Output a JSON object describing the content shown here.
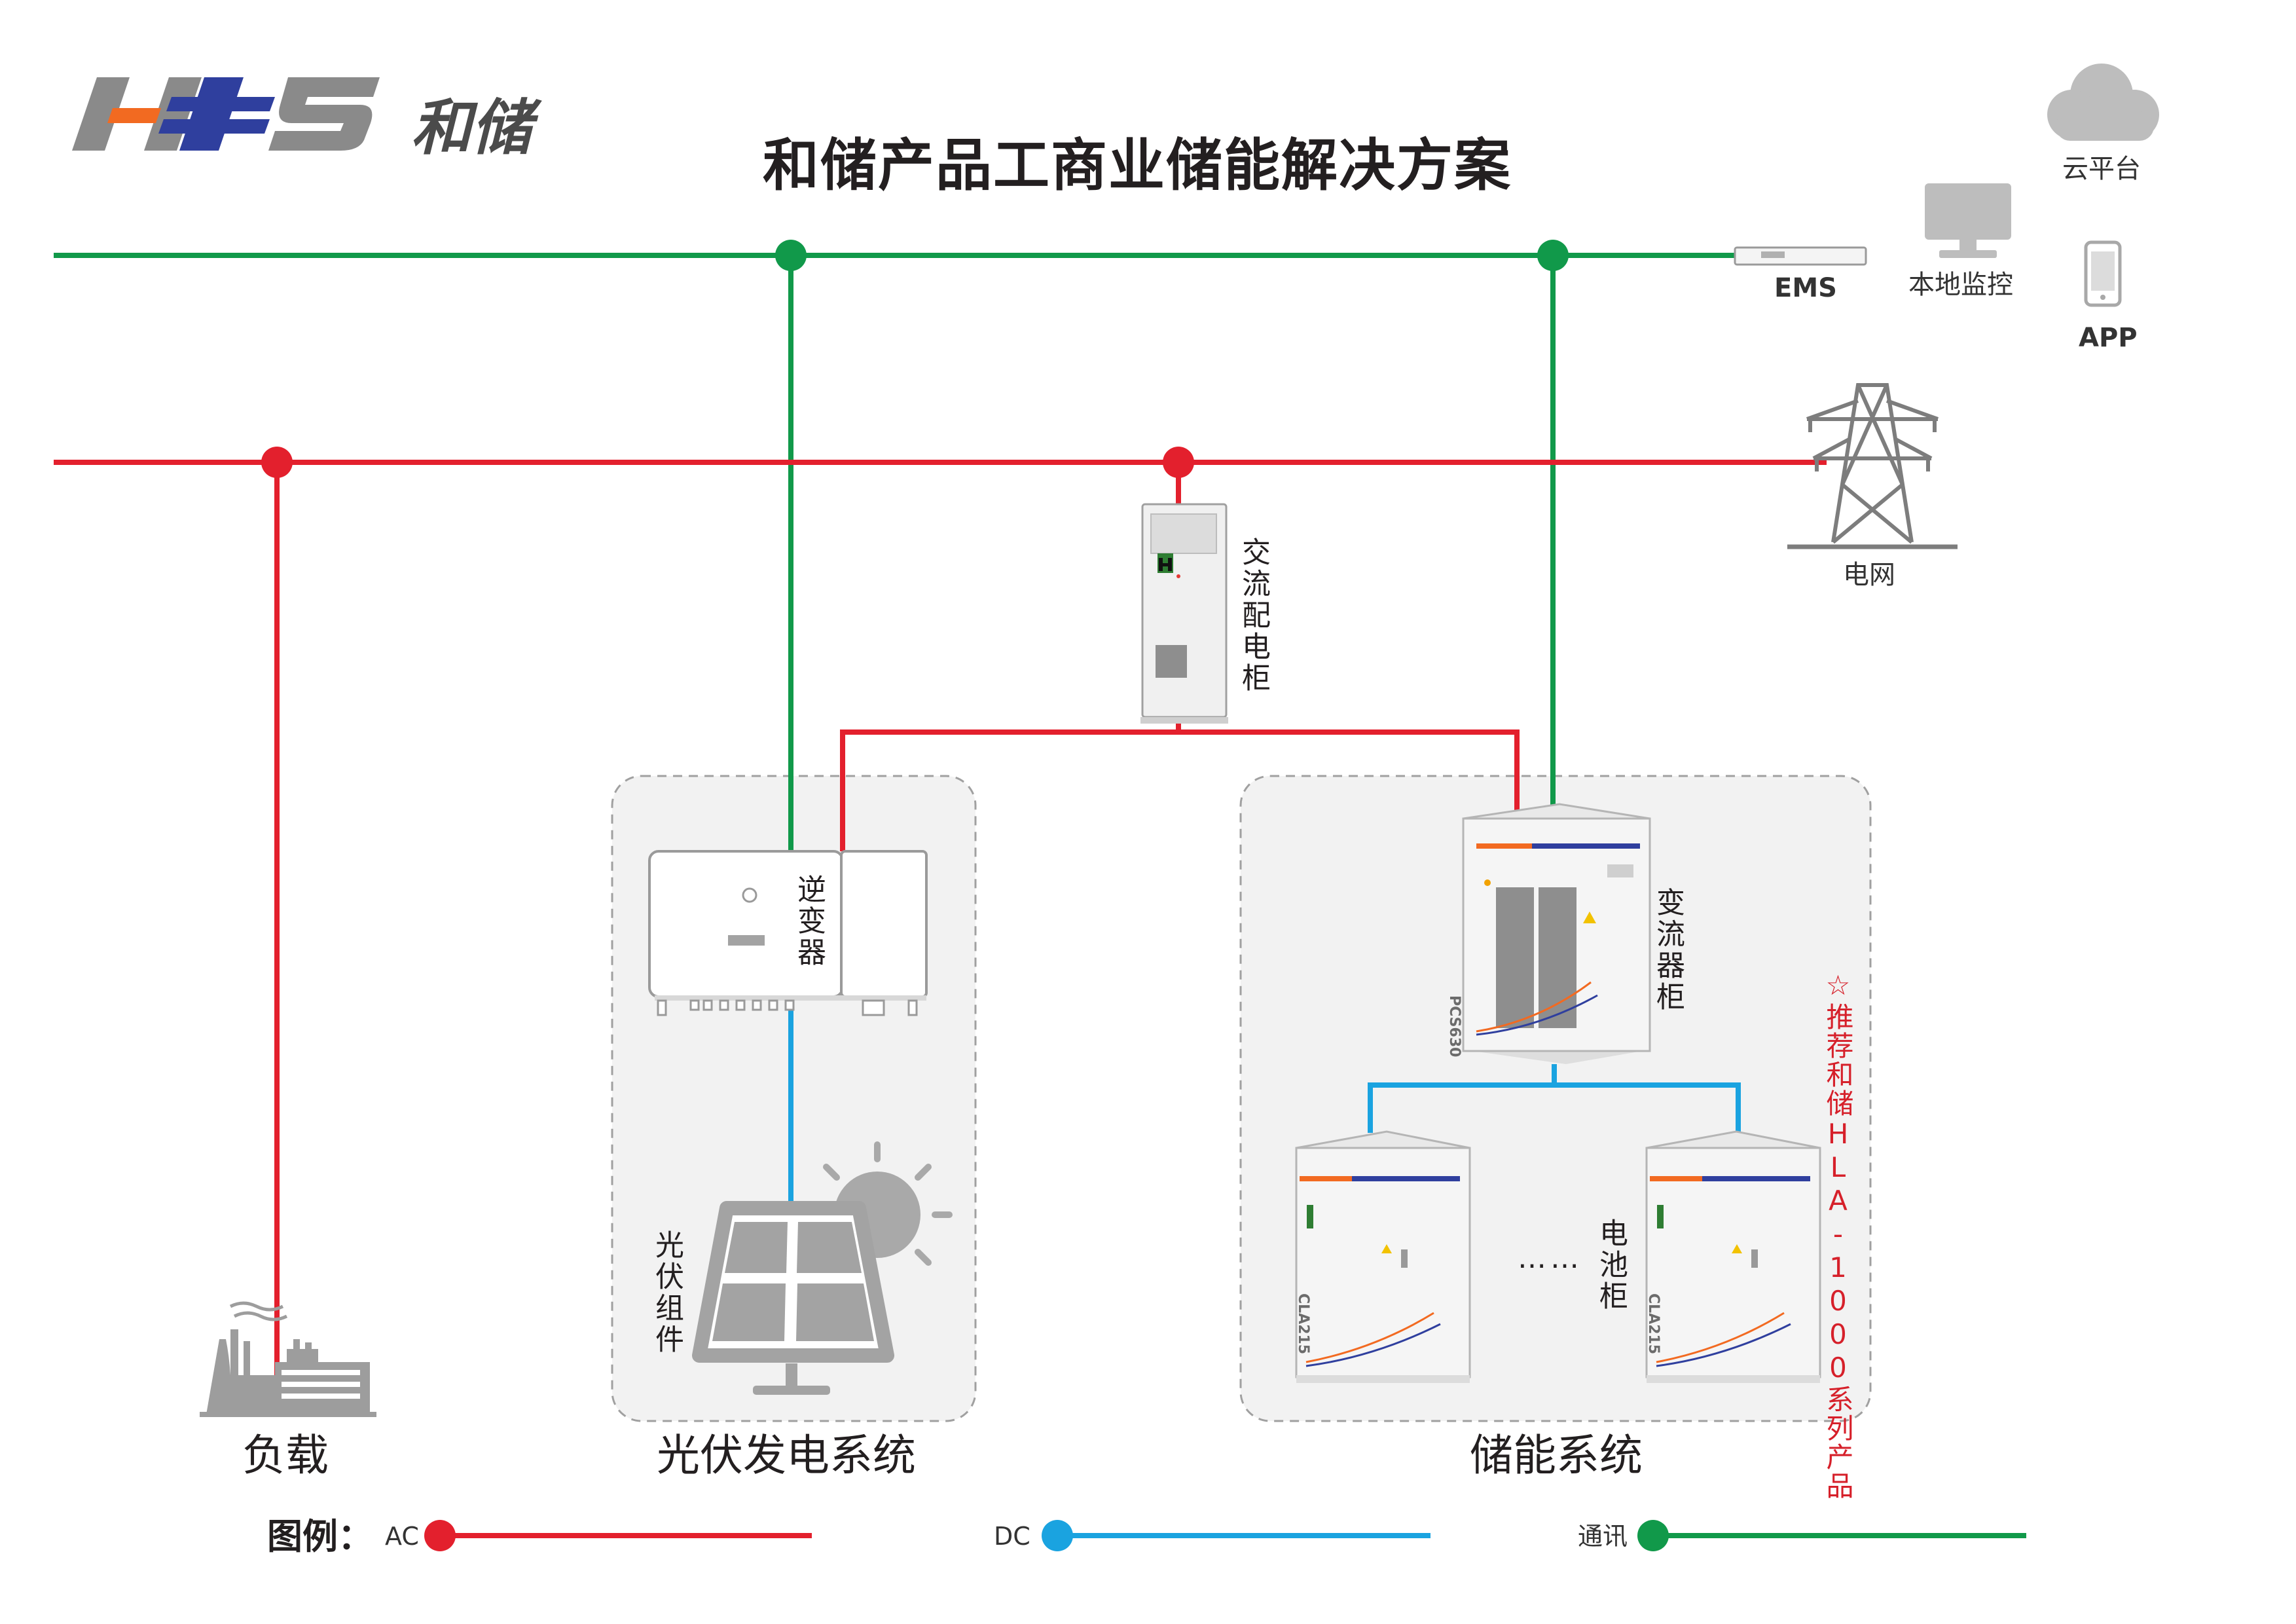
{
  "brand": {
    "logo_text": "HES",
    "name_cn": "和储"
  },
  "title": "和储产品工商业储能解决方案",
  "monitoring": {
    "cloud": "云平台",
    "ems": "EMS",
    "local": "本地监控",
    "app": "APP"
  },
  "grid": {
    "label": "电网"
  },
  "components": {
    "ac_cabinet": "交流配电柜",
    "inverter": "逆变器",
    "pv_module": "光伏组件",
    "pcs_cabinet": "变流器柜",
    "battery_cabinet": "电池柜",
    "pcs_model": "PCS630",
    "battery_model": "CLA215",
    "dots": "……"
  },
  "recommendation": "☆推荐和储HLA-1000系列产品",
  "groups": {
    "load": "负载",
    "pv": "光伏发电系统",
    "storage": "储能系统"
  },
  "legend": {
    "title": "图例：",
    "items": [
      {
        "label": "AC",
        "color": "#e3202d"
      },
      {
        "label": "DC",
        "color": "#1aa3e0"
      },
      {
        "label": "通讯",
        "color": "#11994a"
      }
    ]
  },
  "colors": {
    "ac": "#e3202d",
    "dc": "#1aa3e0",
    "comm": "#11994a",
    "accent_orange": "#f26a21",
    "accent_blue": "#2f3f9e"
  }
}
